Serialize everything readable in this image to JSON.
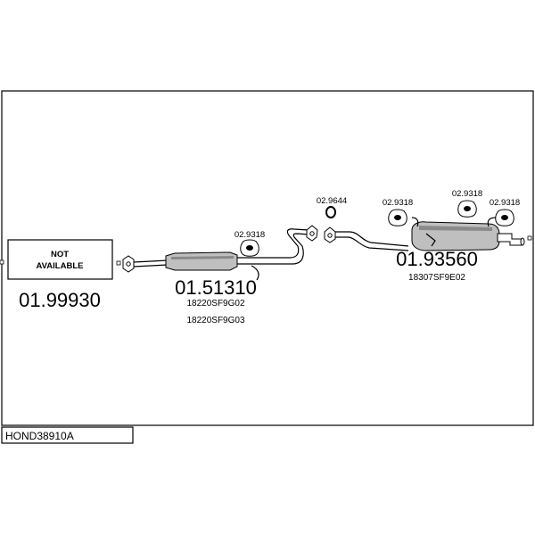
{
  "left_box": {
    "line1": "NOT",
    "line2": "AVAILABLE",
    "code": "01.99930"
  },
  "middle_muffler": {
    "code": "01.51310",
    "part1": "18220SF9G02",
    "part2": "18220SF9G03"
  },
  "rear_muffler": {
    "code": "01.93560",
    "part1": "18307SF9E02"
  },
  "hangers": {
    "middle": "02.9318",
    "gasket": "02.9644",
    "rear_a": "02.9318",
    "rear_b": "02.9318",
    "rear_c": "02.9318"
  },
  "footer": {
    "model": "HOND38910A"
  }
}
